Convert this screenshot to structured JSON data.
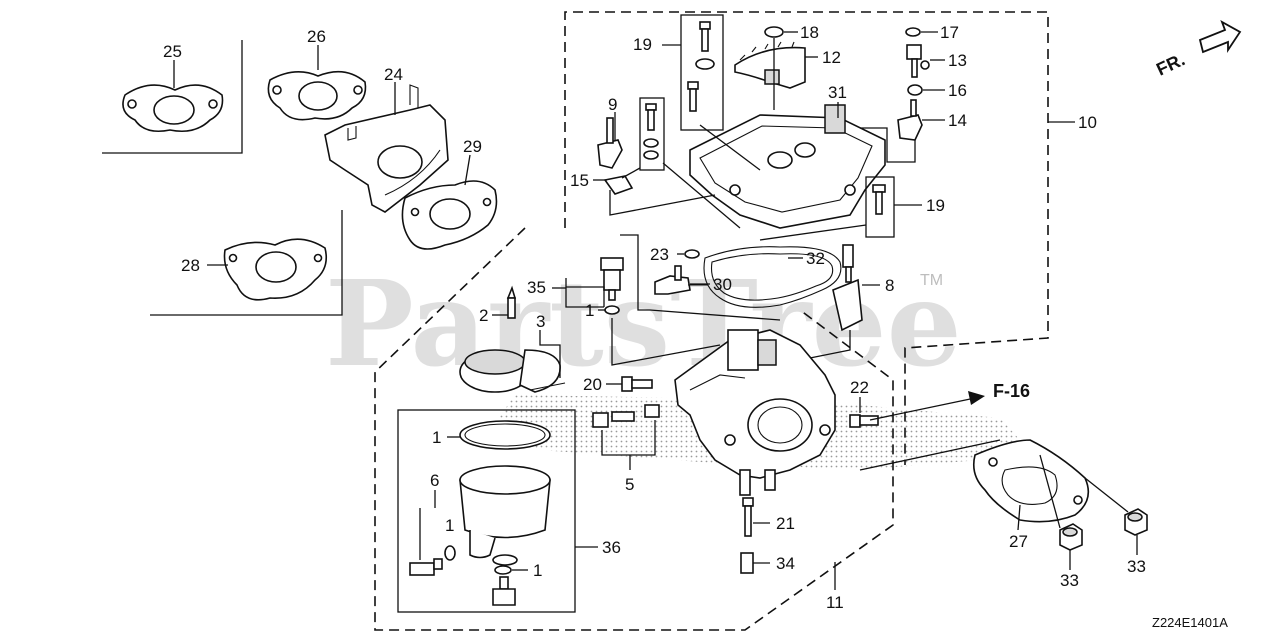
{
  "diagram": {
    "watermark": "PartsTree",
    "watermark_tm": "TM",
    "front_label": "FR.",
    "ref_label": "F-16",
    "drawing_code": "Z224E1401A",
    "callouts": {
      "c1a": "1",
      "c1b": "1",
      "c1c": "1",
      "c1d": "1",
      "c2": "2",
      "c3": "3",
      "c5": "5",
      "c6": "6",
      "c8": "8",
      "c9": "9",
      "c10": "10",
      "c11": "11",
      "c12": "12",
      "c13": "13",
      "c14": "14",
      "c15": "15",
      "c16": "16",
      "c17": "17",
      "c18": "18",
      "c19a": "19",
      "c19b": "19",
      "c20": "20",
      "c21": "21",
      "c22": "22",
      "c23": "23",
      "c24": "24",
      "c25": "25",
      "c26": "26",
      "c27": "27",
      "c28": "28",
      "c29": "29",
      "c30": "30",
      "c31": "31",
      "c32": "32",
      "c33a": "33",
      "c33b": "33",
      "c34": "34",
      "c35": "35",
      "c36": "36"
    }
  }
}
